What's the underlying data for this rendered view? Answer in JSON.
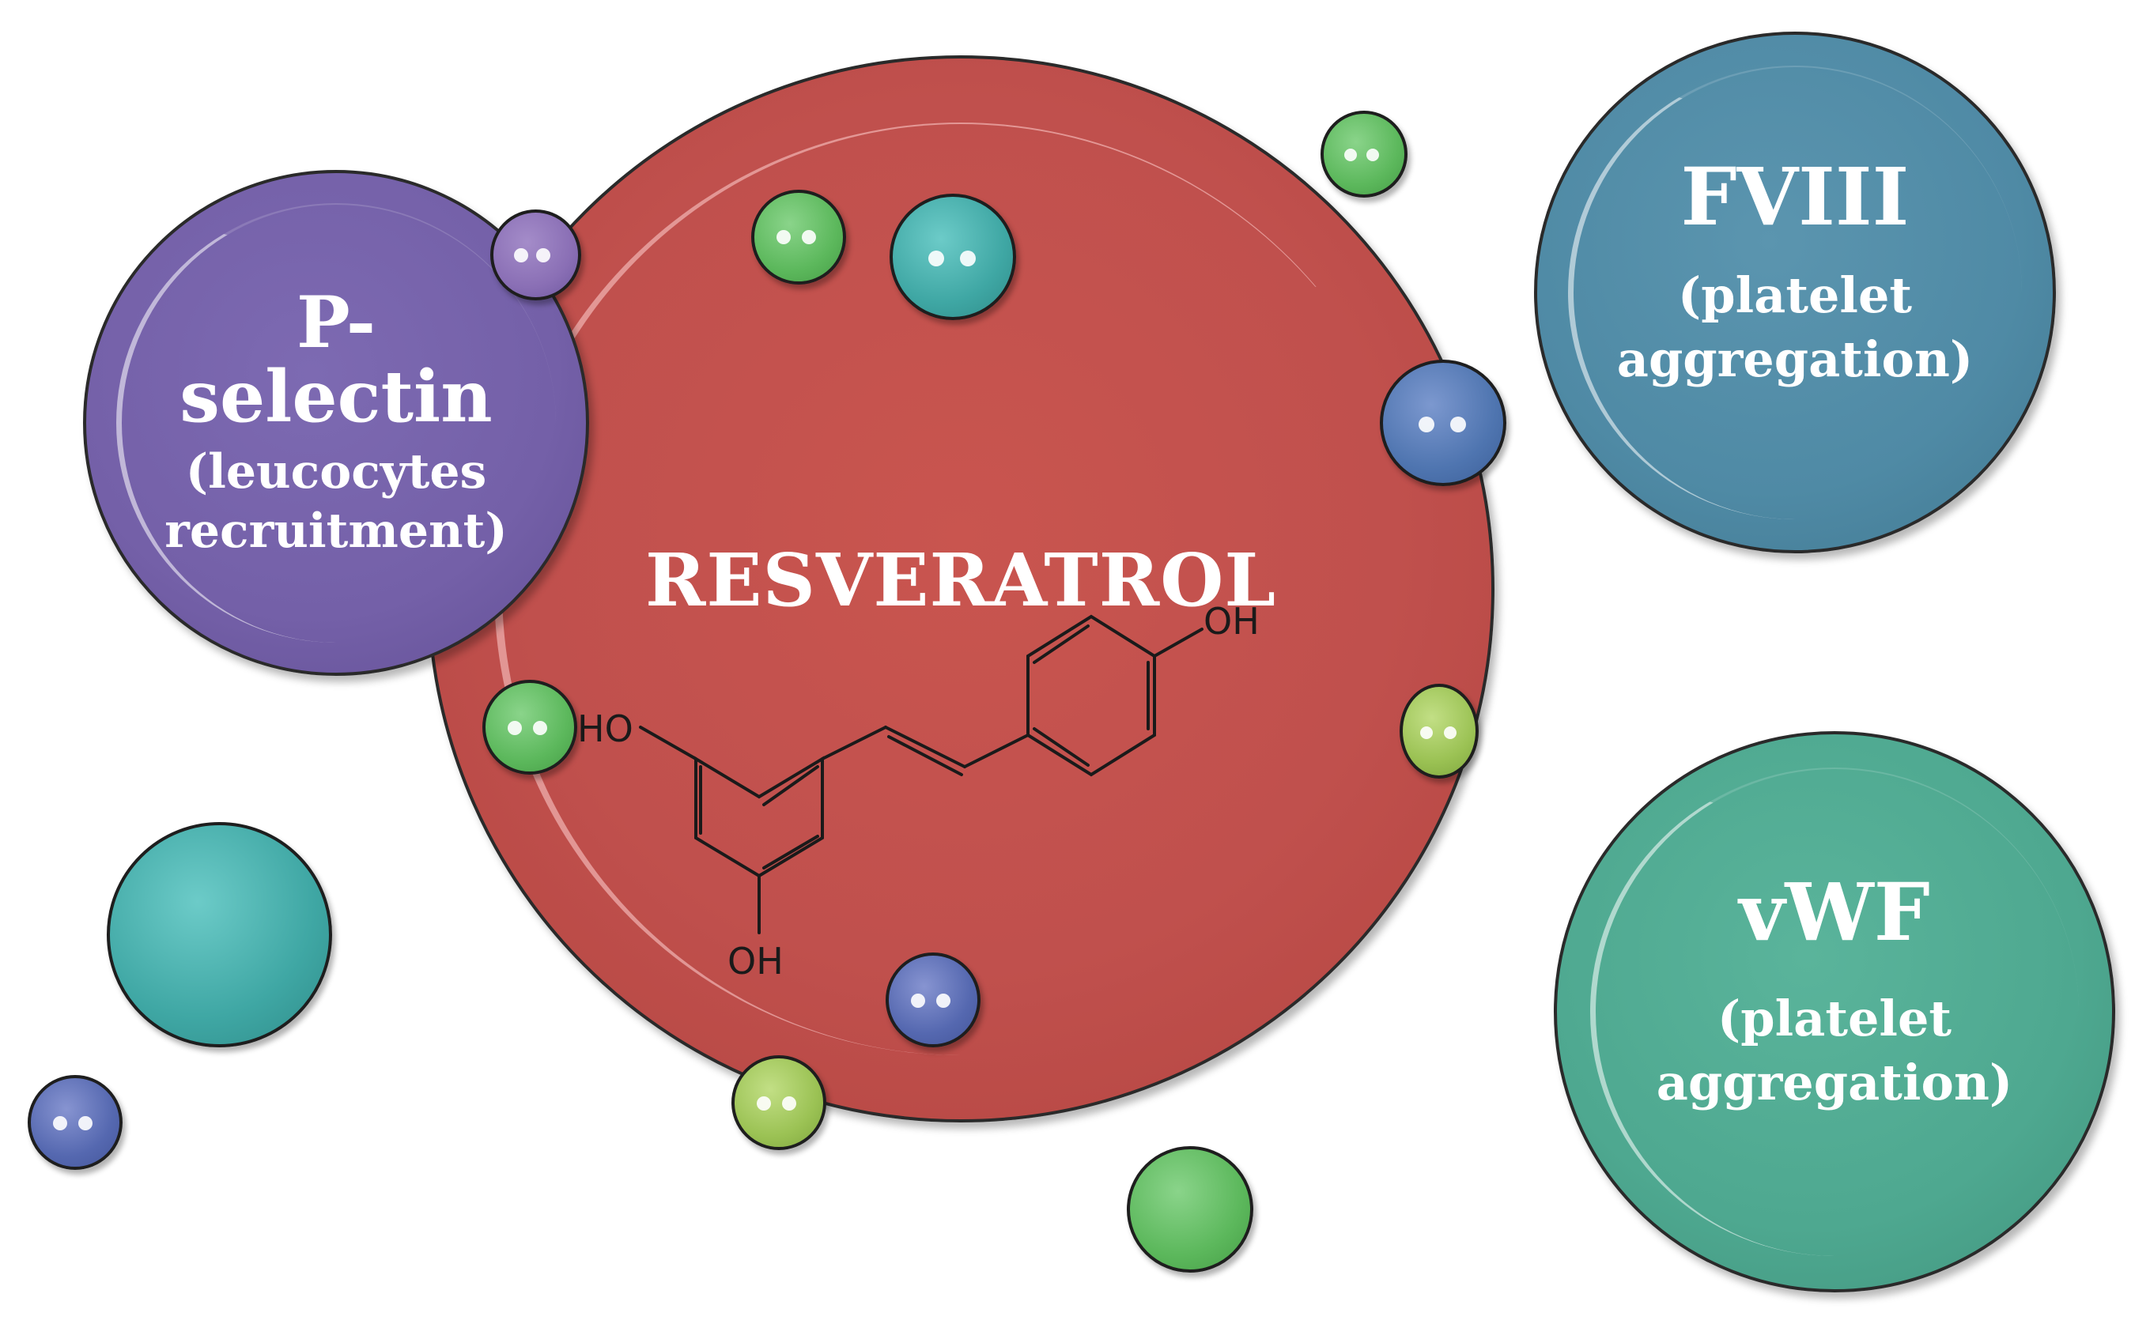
{
  "central": {
    "title": "RESVERATROL",
    "structure": {
      "groups": [
        "HO",
        "OH",
        "OH"
      ]
    },
    "color": "#c0504d"
  },
  "markers": [
    {
      "lines": [
        "P-",
        "selectin"
      ],
      "sub_lines": [
        "(leucocytes",
        "recruitment)"
      ],
      "color": "#7460a8"
    },
    {
      "lines": [
        "FVIII"
      ],
      "sub_lines": [
        "(platelet",
        "aggregation)"
      ],
      "color": "#4f8aa5"
    },
    {
      "lines": [
        "vWF"
      ],
      "sub_lines": [
        "(platelet",
        "aggregation)"
      ],
      "color": "#4ea890"
    }
  ],
  "colors": {
    "green": "#5cb85c",
    "teal": "#3fa7a4",
    "blue": "#5568b0",
    "lime": "#9bc254",
    "purple": "#8a6fb5",
    "steel": "#4f75b0",
    "outline": "#1e1e1e"
  }
}
